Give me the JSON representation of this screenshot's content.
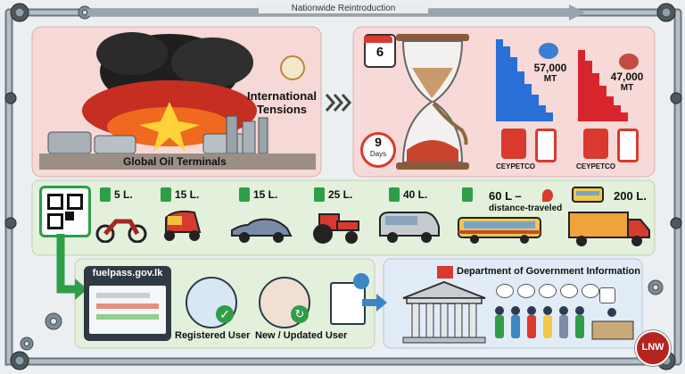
{
  "header": {
    "title": "Nationwide Reintroduction"
  },
  "crisis": {
    "terminals_label": "Global Oil Terminals",
    "tensions_label": "International Tensions",
    "calendar_day": "6",
    "timer_value": "9",
    "timer_unit": "Days",
    "stock_blue": {
      "amount": "57,000",
      "unit": "MT",
      "label": "CEYPETCO"
    },
    "stock_red": {
      "amount": "47,000",
      "unit": "MT",
      "label": "CEYPETCO"
    }
  },
  "quota": {
    "items": [
      {
        "vehicle": "motorcycle",
        "amount": "5 L."
      },
      {
        "vehicle": "three-wheeler",
        "amount": "15 L."
      },
      {
        "vehicle": "car",
        "amount": "15 L."
      },
      {
        "vehicle": "tractor",
        "amount": "25 L."
      },
      {
        "vehicle": "van",
        "amount": "40 L."
      },
      {
        "vehicle": "bus",
        "amount": "60 L –",
        "note": "distance-traveled"
      },
      {
        "vehicle": "lorry",
        "amount": "200 L."
      }
    ]
  },
  "registration": {
    "site": "fuelpass.gov.lk",
    "registered_label": "Registered User",
    "new_label": "New / Updated User"
  },
  "dept": {
    "title": "Department of Government Information"
  },
  "logo": {
    "text": "LNW"
  },
  "colors": {
    "accent_green": "#2e9e48",
    "arrow_blue": "#3b86c4",
    "alert_red": "#d83a2e",
    "bar_blue": "#2a6fd6",
    "bar_red": "#d8252d"
  }
}
